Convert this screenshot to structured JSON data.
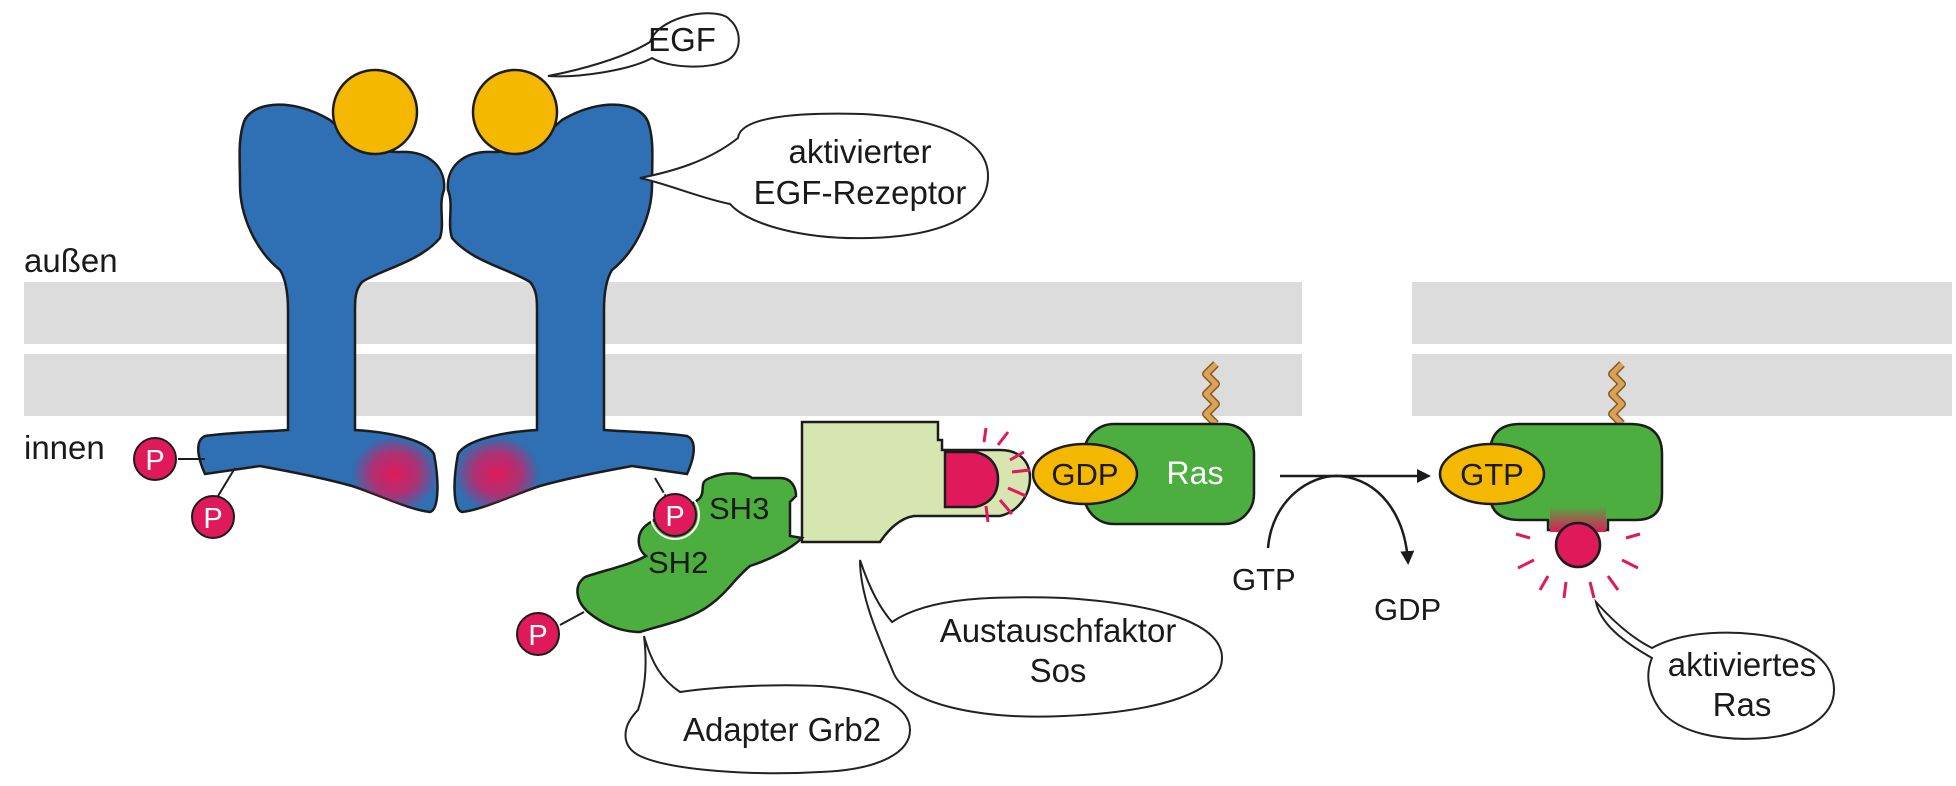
{
  "labels": {
    "egf": "EGF",
    "receptor_line1": "aktivierter",
    "receptor_line2": "EGF-Rezeptor",
    "outside": "außen",
    "inside": "innen",
    "phospho": "P",
    "sh3": "SH3",
    "sh2": "SH2",
    "adapter": "Adapter Grb2",
    "sos_line1": "Austauschfaktor",
    "sos_line2": "Sos",
    "gdp_bound": "GDP",
    "ras": "Ras",
    "gtp_in": "GTP",
    "gdp_out": "GDP",
    "gtp_bound": "GTP",
    "active_ras_line1": "aktiviertes",
    "active_ras_line2": "Ras"
  },
  "colors": {
    "receptor": "#2f6fb3",
    "egf": "#f5b800",
    "phospho": "#e0195a",
    "protein_green": "#4cae3f",
    "sos_light": "#d7e6b0",
    "nucleotide": "#f5b800",
    "membrane": "#dcdcdc",
    "lipid_anchor": "#d9a45a"
  }
}
